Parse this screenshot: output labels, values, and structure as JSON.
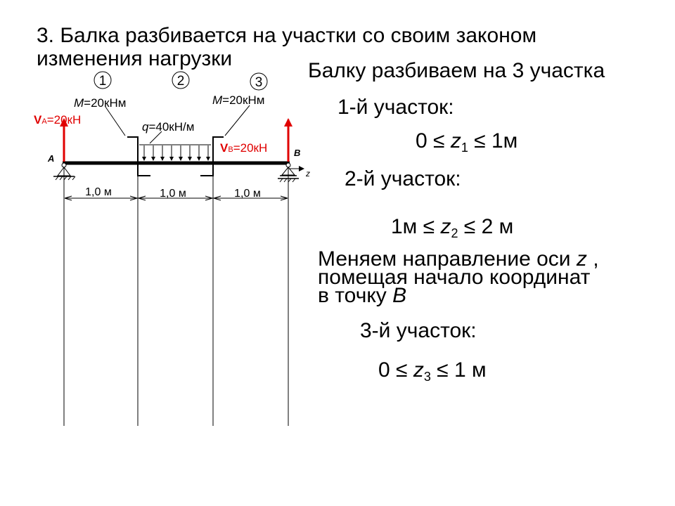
{
  "title_line1": "3. Балка разбивается на участки со своим законом",
  "title_line2": "изменения нагрузки",
  "heading_right": "Балку разбиваем на 3 участка",
  "section1": {
    "label": "1-й участок:",
    "range": {
      "left": "0 ≤ ",
      "var": "z",
      "sub": "1",
      "right": " ≤ 1м"
    }
  },
  "section2": {
    "label": "2-й участок:",
    "range": {
      "left": "1м ≤ ",
      "var": "z",
      "sub": "2",
      "right": " ≤ 2 м"
    }
  },
  "note": {
    "line1_a": "Меняем направление оси ",
    "line1_var": "z",
    "line1_b": " ,",
    "line2": "помещая начало координат",
    "line3_a": "в точку ",
    "line3_var": "B"
  },
  "section3": {
    "label": "3-й участок:",
    "range": {
      "left": "0 ≤ ",
      "var": "z",
      "sub": "3",
      "right": " ≤ 1 м"
    }
  },
  "diagram": {
    "segment_numbers": [
      "1",
      "2",
      "3"
    ],
    "moment1": {
      "var": "M",
      "value": "=20кНм"
    },
    "moment2": {
      "var": "M",
      "value": "=20кНм"
    },
    "load": {
      "var": "q",
      "value": "=40кН/м"
    },
    "reaction_a": {
      "var": "V",
      "sub": "А",
      "value": "=20кН"
    },
    "reaction_b": {
      "var": "V",
      "sub": "В",
      "value": "=20кН"
    },
    "support_a": "A",
    "support_b": "B",
    "axis": "z",
    "dims": [
      "1,0 м",
      "1,0 м",
      "1,0 м"
    ],
    "colors": {
      "beam": "#000000",
      "reaction": "#e00000"
    }
  }
}
